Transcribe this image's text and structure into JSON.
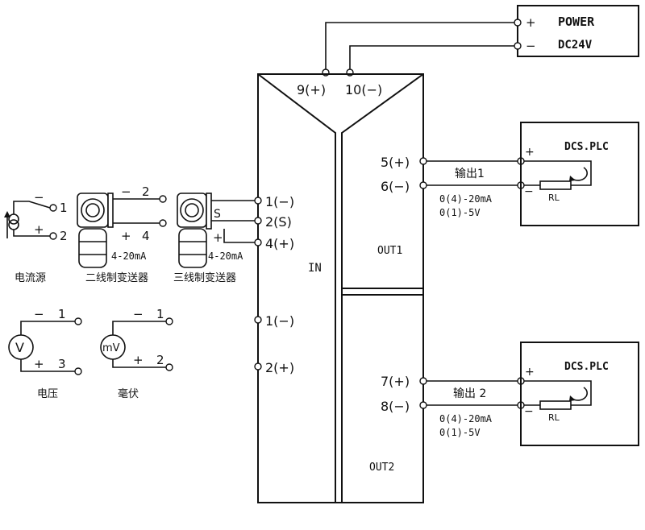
{
  "power": {
    "plus": "+",
    "minus": "−",
    "title": "POWER",
    "voltage": "DC24V"
  },
  "module": {
    "term_9": "9(+)",
    "term_10": "10(−)",
    "in_label": "IN",
    "input_terms": [
      "1(−)",
      "2(S)",
      "4(+)",
      "1(−)",
      "2(+)"
    ],
    "output_terms": [
      "5(+)",
      "6(−)",
      "7(+)",
      "8(−)"
    ],
    "out1_label": "OUT1",
    "out2_label": "OUT2"
  },
  "out1": {
    "label": "输出1",
    "range_a": "0(4)-20mA",
    "range_b": "0(1)-5V",
    "dcs_title": "DCS.PLC",
    "plus": "+",
    "minus": "−",
    "rl": "RL"
  },
  "out2": {
    "label": "输出 2",
    "range_a": "0(4)-20mA",
    "range_b": "0(1)-5V",
    "dcs_title": "DCS.PLC",
    "plus": "+",
    "minus": "−",
    "rl": "RL"
  },
  "sources": {
    "current": {
      "minus": "−",
      "t1": "1",
      "plus": "+",
      "t2": "2",
      "name": "电流源"
    },
    "two_wire": {
      "minus": "−",
      "t2": "2",
      "plus": "+",
      "t4": "4",
      "range": "4-20mA",
      "name": "二线制变送器"
    },
    "three_wire": {
      "s": "S",
      "plus": "+",
      "range": "4-20mA",
      "name": "三线制变送器"
    },
    "voltage": {
      "symbol": "V",
      "minus": "−",
      "t1": "1",
      "plus": "+",
      "t3": "3",
      "name": "电压"
    },
    "millivolt": {
      "symbol": "mV",
      "minus": "−",
      "t1": "1",
      "plus": "+",
      "t2": "2",
      "name": "毫伏"
    }
  }
}
